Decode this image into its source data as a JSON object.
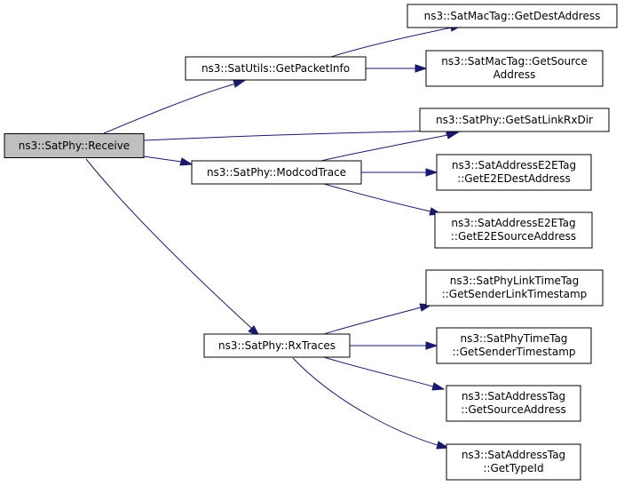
{
  "diagram": {
    "colors": {
      "edge": "#191970",
      "root_fill": "#bfbfbf",
      "node_fill": "#ffffff",
      "border": "#000000"
    },
    "nodes": {
      "receive": {
        "lines": [
          "ns3::SatPhy::Receive"
        ],
        "root": true
      },
      "getpacketinfo": {
        "lines": [
          "ns3::SatUtils::GetPacketInfo"
        ]
      },
      "modcodtrace": {
        "lines": [
          "ns3::SatPhy::ModcodTrace"
        ]
      },
      "rxtraces": {
        "lines": [
          "ns3::SatPhy::RxTraces"
        ]
      },
      "getdestaddress": {
        "lines": [
          "ns3::SatMacTag::GetDestAddress"
        ]
      },
      "getsourceaddress": {
        "lines": [
          "ns3::SatMacTag::GetSource",
          "Address"
        ]
      },
      "getsatlinkrxdir": {
        "lines": [
          "ns3::SatPhy::GetSatLinkRxDir"
        ]
      },
      "gete2edestaddress": {
        "lines": [
          "ns3::SatAddressE2ETag",
          "::GetE2EDestAddress"
        ]
      },
      "gete2esourceaddress": {
        "lines": [
          "ns3::SatAddressE2ETag",
          "::GetE2ESourceAddress"
        ]
      },
      "getsenderlinktimestamp": {
        "lines": [
          "ns3::SatPhyLinkTimeTag",
          "::GetSenderLinkTimestamp"
        ]
      },
      "getsendertimestamp": {
        "lines": [
          "ns3::SatPhyTimeTag",
          "::GetSenderTimestamp"
        ]
      },
      "addrtag_getsourceaddress": {
        "lines": [
          "ns3::SatAddressTag",
          "::GetSourceAddress"
        ]
      },
      "gettypeid": {
        "lines": [
          "ns3::SatAddressTag",
          "::GetTypeId"
        ]
      }
    },
    "edges": [
      {
        "from": "receive",
        "to": "getpacketinfo"
      },
      {
        "from": "receive",
        "to": "getsatlinkrxdir"
      },
      {
        "from": "receive",
        "to": "modcodtrace"
      },
      {
        "from": "receive",
        "to": "rxtraces"
      },
      {
        "from": "getpacketinfo",
        "to": "getdestaddress"
      },
      {
        "from": "getpacketinfo",
        "to": "getsourceaddress"
      },
      {
        "from": "modcodtrace",
        "to": "getsatlinkrxdir"
      },
      {
        "from": "modcodtrace",
        "to": "gete2edestaddress"
      },
      {
        "from": "modcodtrace",
        "to": "gete2esourceaddress"
      },
      {
        "from": "rxtraces",
        "to": "getsenderlinktimestamp"
      },
      {
        "from": "rxtraces",
        "to": "getsendertimestamp"
      },
      {
        "from": "rxtraces",
        "to": "addrtag_getsourceaddress"
      },
      {
        "from": "rxtraces",
        "to": "gettypeid"
      }
    ]
  }
}
